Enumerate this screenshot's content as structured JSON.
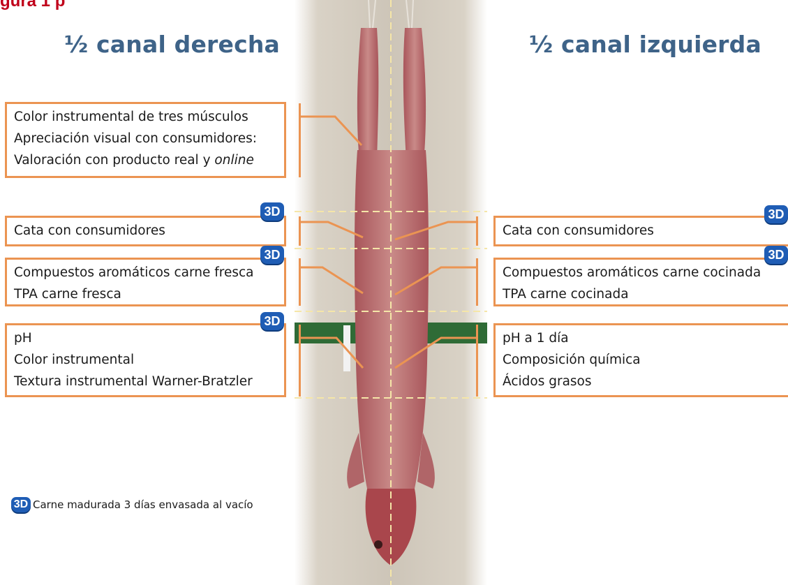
{
  "figure_label": "gura 1 p",
  "left_title": "½ canal derecha",
  "right_title": "½ canal izquierda",
  "badge_text": "3D",
  "left_boxes": [
    {
      "lines": [
        "Color instrumental de tres músculos",
        "Apreciación visual con consumidores:",
        "Valoración con producto real y "
      ],
      "italic_suffix": "online"
    },
    {
      "lines": [
        "Cata con consumidores"
      ]
    },
    {
      "lines": [
        "Compuestos aromáticos carne fresca",
        "TPA carne fresca"
      ]
    },
    {
      "lines": [
        "pH",
        "Color instrumental",
        "Textura instrumental Warner-Bratzler"
      ]
    }
  ],
  "right_boxes": [
    {
      "lines": [
        "Cata con consumidores"
      ]
    },
    {
      "lines": [
        "Compuestos aromáticos carne cocinada",
        "TPA carne cocinada"
      ]
    },
    {
      "lines": [
        "pH a 1 día",
        "Composición química",
        "Ácidos grasos"
      ]
    }
  ],
  "footnote": "Carne madurada 3 días envasada al vacío",
  "colors": {
    "box_border": "#eb9452",
    "title": "#3e6388",
    "badge": "#1f5db5",
    "figure_label": "#c0001a"
  }
}
